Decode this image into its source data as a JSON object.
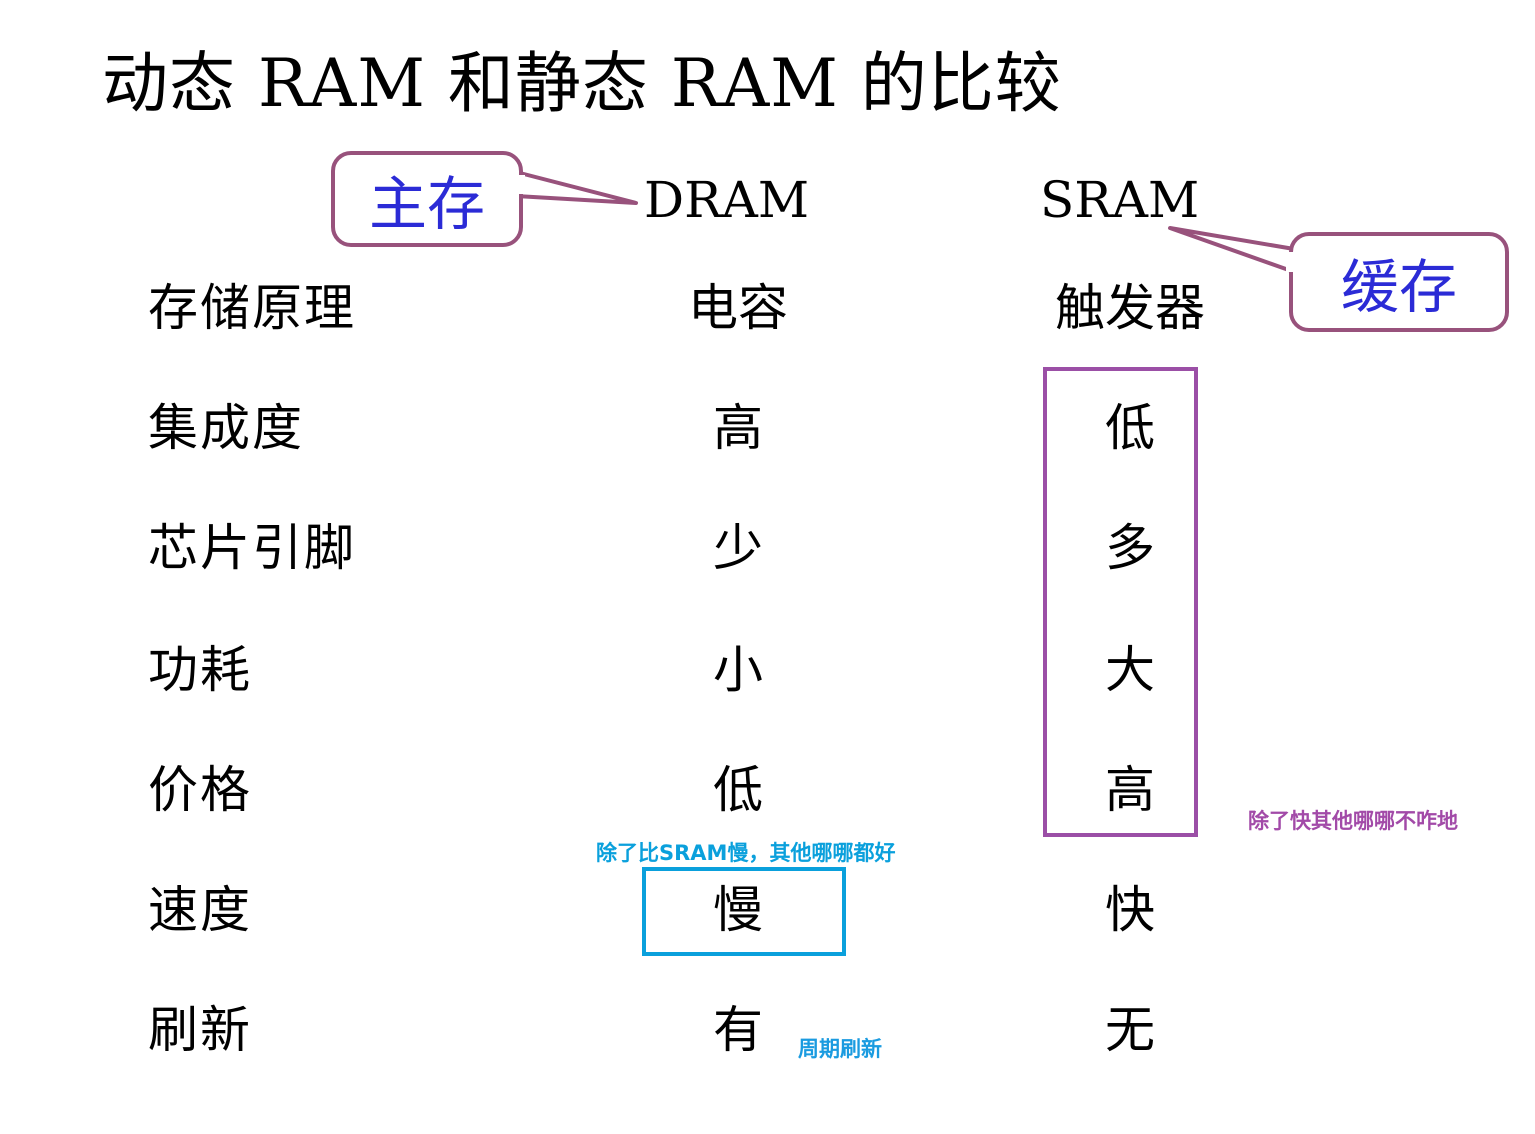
{
  "title": "动态 RAM 和静态 RAM 的比较",
  "columns": {
    "dram": "DRAM",
    "sram": "SRAM"
  },
  "callouts": {
    "dram": "主存",
    "sram": "缓存"
  },
  "rows": [
    {
      "label": "存储原理",
      "dram": "电容",
      "sram": "触发器"
    },
    {
      "label": "集成度",
      "dram": "高",
      "sram": "低"
    },
    {
      "label": "芯片引脚",
      "dram": "少",
      "sram": "多"
    },
    {
      "label": "功耗",
      "dram": "小",
      "sram": "大"
    },
    {
      "label": "价格",
      "dram": "低",
      "sram": "高"
    },
    {
      "label": "速度",
      "dram": "慢",
      "sram": "快"
    },
    {
      "label": "刷新",
      "dram": "有",
      "sram": "无"
    }
  ],
  "annotations": {
    "sram_note": "除了快其他哪哪不咋地",
    "dram_note": "除了比SRAM慢，其他哪哪都好",
    "refresh_note": "周期刷新"
  },
  "colors": {
    "callout_border": "#98527c",
    "callout_text": "#2b2bd6",
    "purple_box": "#9b4fa6",
    "sram_note": "#a24aa8",
    "blue_box": "#0aa0dc",
    "dram_note": "#0aa0dc",
    "refresh_note": "#1a9be0"
  }
}
